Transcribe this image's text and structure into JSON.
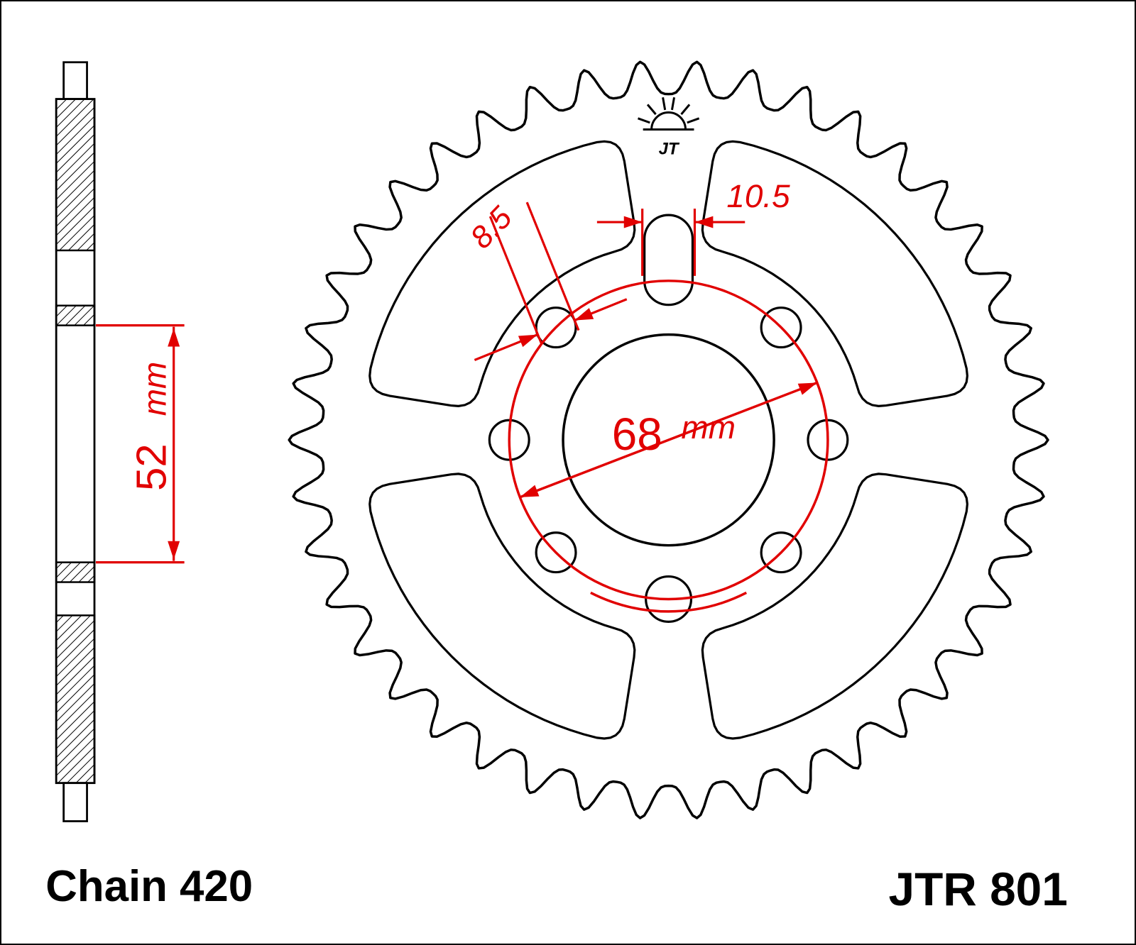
{
  "drawing": {
    "chain_label": "Chain 420",
    "part_number": "JTR 801",
    "logo_text": "JT",
    "dims": {
      "side_width": {
        "value": "52",
        "unit": "mm"
      },
      "hole_small": {
        "value": "8.5"
      },
      "slot_width": {
        "value": "10.5"
      },
      "bolt_circle": {
        "value": "68",
        "unit": "mm"
      }
    },
    "colors": {
      "dimension_red": "#e10000",
      "line_black": "#000000",
      "background": "#ffffff"
    }
  }
}
